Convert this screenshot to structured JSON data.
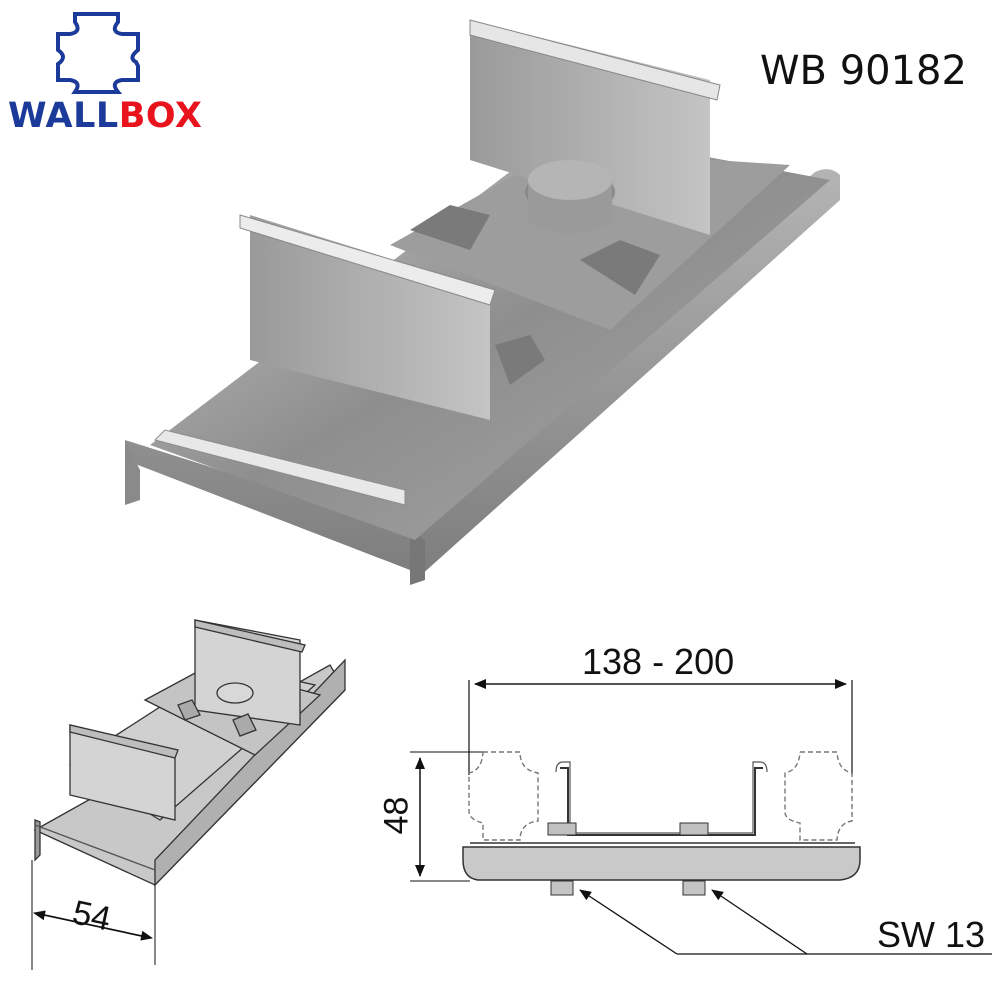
{
  "logo": {
    "part1": "WALL",
    "part2": "BOX",
    "color_primary": "#1c3a9a",
    "color_accent": "#e8131c"
  },
  "product": {
    "code": "WB 90182"
  },
  "dimensions": {
    "width_range": "138 - 200",
    "height": "48",
    "base_width": "54",
    "wrench_size": "SW 13"
  }
}
